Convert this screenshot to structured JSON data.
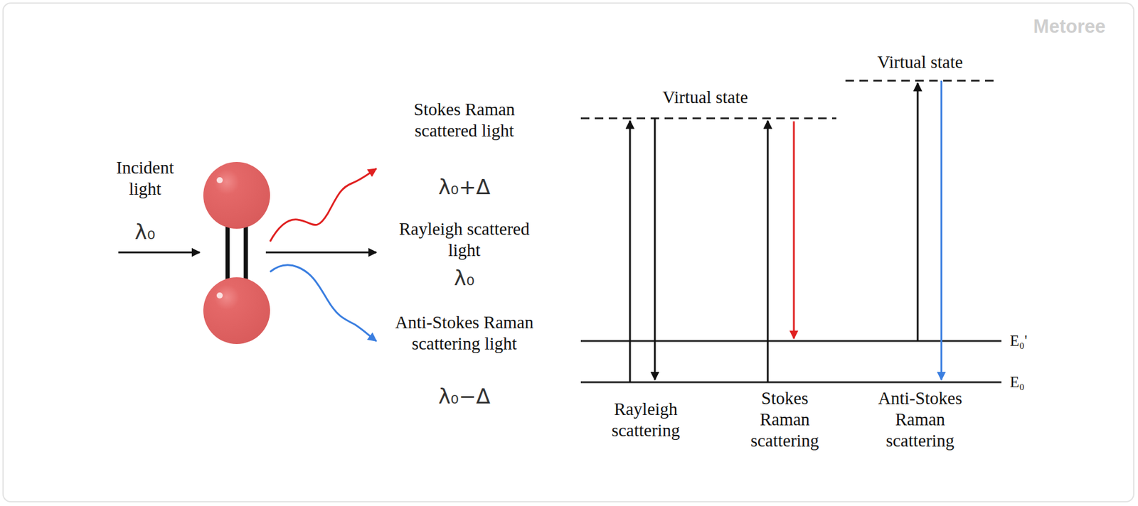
{
  "diagram": {
    "labels": [
      "Metoree",
      "Incident light",
      "λ₀",
      "Stokes Raman scattered light",
      "λ₀+Δ",
      "Rayleigh scattered light",
      "λ₀",
      "Anti-Stokes Raman scattering light",
      "λ₀−Δ",
      "Virtual state",
      "Virtual state",
      "E₀'",
      "E₀",
      "Rayleigh scattering",
      "Stokes Raman scattering",
      "Anti-Stokes Raman scattering"
    ]
  }
}
